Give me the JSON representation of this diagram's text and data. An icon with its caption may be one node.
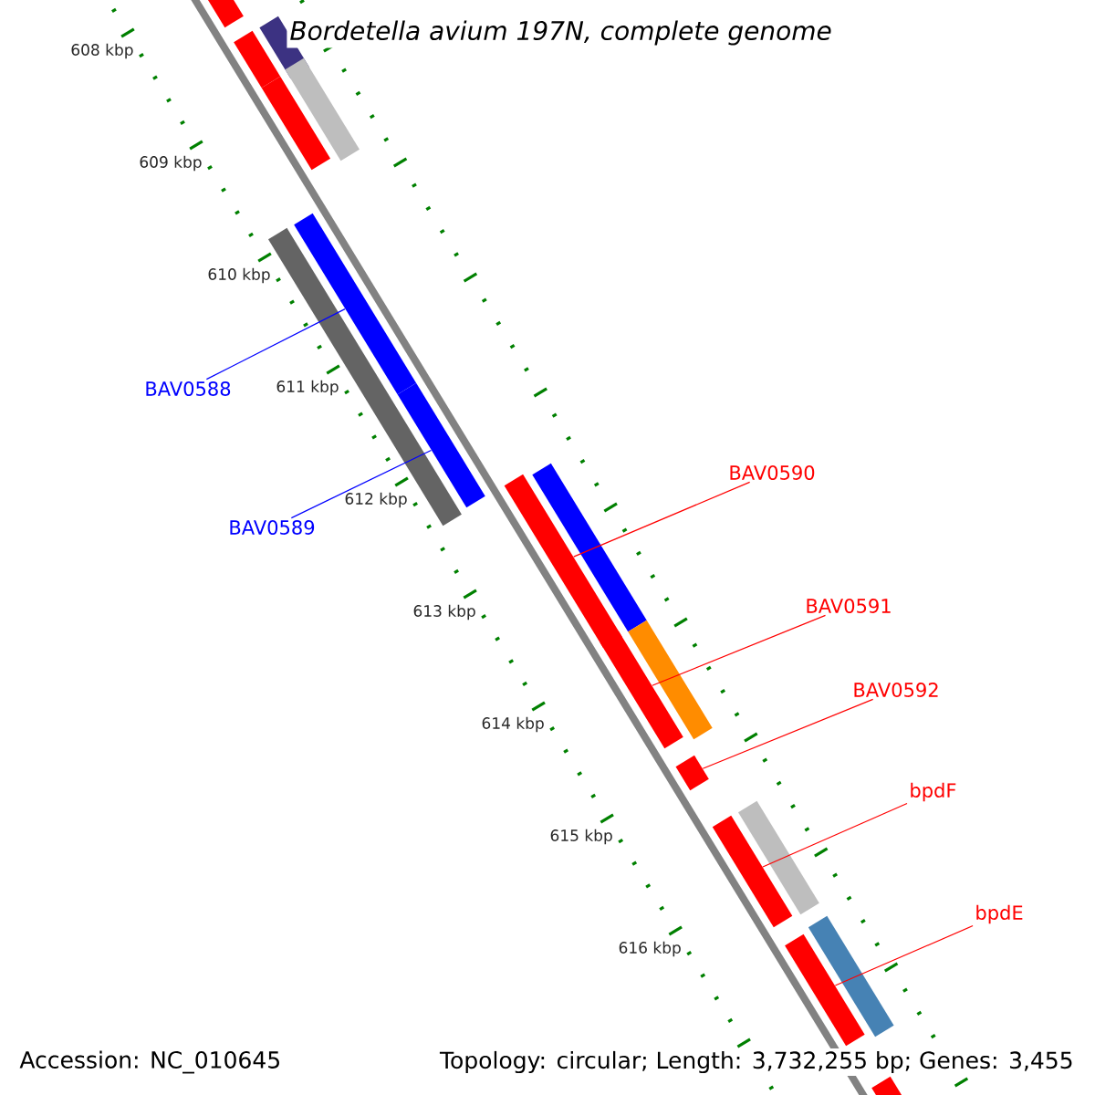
{
  "diagram": {
    "title": "Bordetella avium 197N, complete genome",
    "nodes": [
      {
        "text": [
          "BAV0588"
        ]
      },
      {
        "text": [
          "BAV0589"
        ]
      },
      {
        "text": [
          "BAV0590"
        ]
      },
      {
        "text": [
          "BAV0591"
        ]
      },
      {
        "text": [
          "BAV0592"
        ]
      },
      {
        "text": [
          "bpdF"
        ]
      },
      {
        "text": [
          "bpdE"
        ]
      },
      {
        "text": [],
        "shape": "bar"
      },
      {
        "text": [],
        "shape": "bar"
      },
      {
        "text": [],
        "shape": "bar"
      },
      {
        "text": [],
        "shape": "bar"
      },
      {
        "text": [],
        "shape": "bar"
      },
      {
        "text": [],
        "shape": "bar"
      },
      {
        "text": [],
        "shape": "bar"
      },
      {
        "text": [],
        "shape": "bar"
      },
      {
        "text": [],
        "shape": "bar"
      },
      {
        "text": [],
        "shape": "bar"
      },
      {
        "text": [],
        "shape": "bar"
      },
      {
        "text": [],
        "shape": "bar"
      },
      {
        "text": [],
        "shape": "bar"
      },
      {
        "text": [],
        "shape": "bar"
      },
      {
        "text": [],
        "shape": "bar"
      },
      {
        "text": [],
        "shape": "bar"
      },
      {
        "text": [],
        "shape": "bar"
      },
      {
        "text": [],
        "shape": "bar"
      }
    ],
    "edges": [
      {
        "from": 0,
        "to": 12,
        "arrow": "none",
        "color": "#0000ff"
      },
      {
        "from": 1,
        "to": 14,
        "arrow": "none",
        "color": "#0000ff"
      },
      {
        "from": 2,
        "to": 16,
        "arrow": "none"
      },
      {
        "from": 3,
        "to": 18,
        "arrow": "none"
      },
      {
        "from": 4,
        "to": 19,
        "arrow": "none"
      },
      {
        "from": 5,
        "to": 21,
        "arrow": "none"
      },
      {
        "from": 6,
        "to": 23,
        "arrow": "none"
      }
    ],
    "labels": [
      "608 kbp",
      "609 kbp",
      "610 kbp",
      "611 kbp",
      "612 kbp",
      "613 kbp",
      "614 kbp",
      "615 kbp",
      "616 kbp",
      "Accession: NC_010645",
      "Topology: circular; Length: 3,732,255 bp; Genes: 3,455"
    ]
  }
}
